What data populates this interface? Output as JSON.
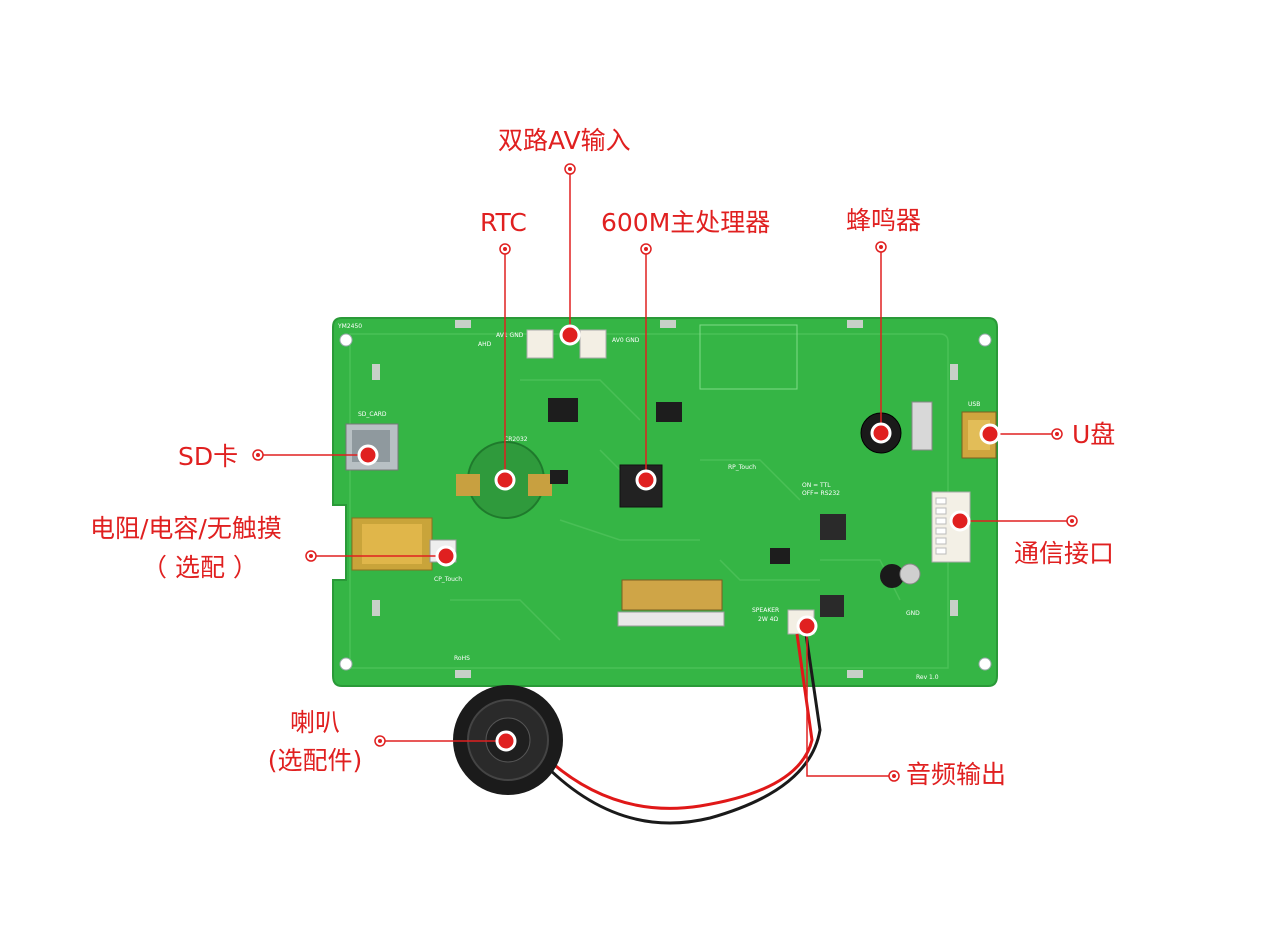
{
  "accent_color": "#e02020",
  "board_color": "#35b545",
  "labels": {
    "dual_av_input": "双路AV输入",
    "rtc": "RTC",
    "processor": "600M主处理器",
    "buzzer": "蜂鸣器",
    "sd_card": "SD卡",
    "usb_disk": "U盘",
    "touch_option_line1": "电阻/电容/无触摸",
    "touch_option_line2": "（ 选配 ）",
    "comm_port": "通信接口",
    "speaker_line1": "喇叭",
    "speaker_line2": "(选配件)",
    "audio_output": "音频输出"
  },
  "silkscreen": {
    "model": "YM2450",
    "sd_card": "SD_CARD",
    "usb": "USB",
    "ahd": "AHD",
    "av1_gnd": "AV1 GND",
    "av0_gnd": "AV0 GND",
    "battery": "CR2032",
    "rp_touch": "RP_Touch",
    "cp_touch": "CP_Touch",
    "ttl_on": "ON = TTL",
    "rs232_off": "OFF= RS232",
    "speaker": "SPEAKER",
    "speaker_spec": "2W 4Ω",
    "gnd": "GND",
    "rohs": "RoHS",
    "rev": "Rev 1.0"
  }
}
